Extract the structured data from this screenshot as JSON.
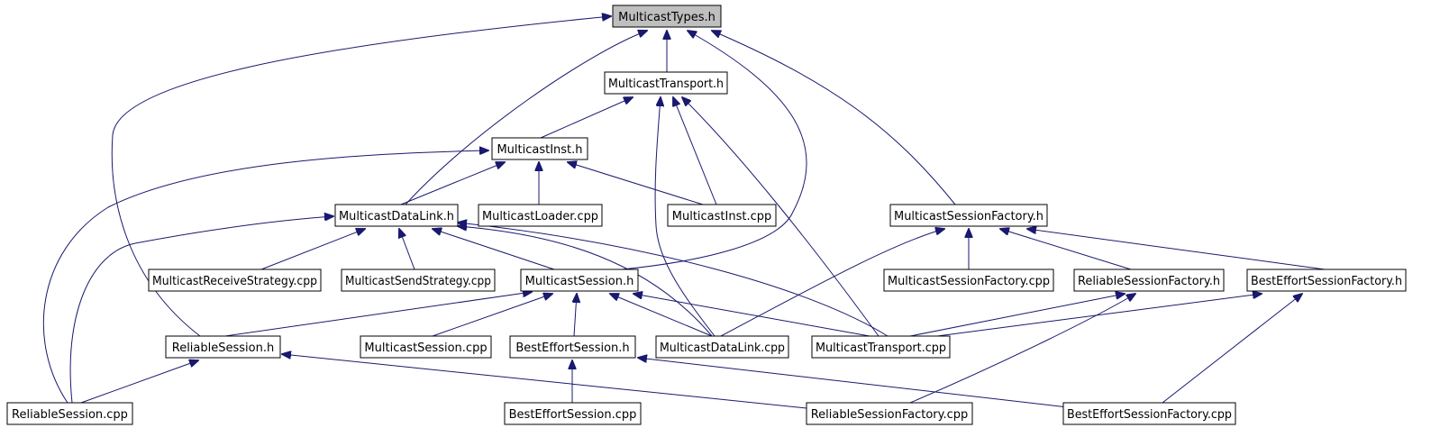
{
  "diagram": {
    "title": "",
    "colors": {
      "edge": "#191970",
      "root_fill": "#bfbfbf",
      "node_fill": "#ffffff",
      "node_border": "#000000"
    },
    "nodes": [
      {
        "id": "mtypes",
        "label": "MulticastTypes.h",
        "root": true
      },
      {
        "id": "mtrans",
        "label": "MulticastTransport.h"
      },
      {
        "id": "minst",
        "label": "MulticastInst.h"
      },
      {
        "id": "mdlink",
        "label": "MulticastDataLink.h"
      },
      {
        "id": "mloader",
        "label": "MulticastLoader.cpp"
      },
      {
        "id": "minstc",
        "label": "MulticastInst.cpp"
      },
      {
        "id": "msf",
        "label": "MulticastSessionFactory.h"
      },
      {
        "id": "mrs",
        "label": "MulticastReceiveStrategy.cpp"
      },
      {
        "id": "mss",
        "label": "MulticastSendStrategy.cpp"
      },
      {
        "id": "msess",
        "label": "MulticastSession.h"
      },
      {
        "id": "msfc",
        "label": "MulticastSessionFactory.cpp"
      },
      {
        "id": "rsf",
        "label": "ReliableSessionFactory.h"
      },
      {
        "id": "besf",
        "label": "BestEffortSessionFactory.h"
      },
      {
        "id": "rs",
        "label": "ReliableSession.h"
      },
      {
        "id": "msessc",
        "label": "MulticastSession.cpp"
      },
      {
        "id": "bes",
        "label": "BestEffortSession.h"
      },
      {
        "id": "mdlinkc",
        "label": "MulticastDataLink.cpp"
      },
      {
        "id": "mtransc",
        "label": "MulticastTransport.cpp"
      },
      {
        "id": "rsc",
        "label": "ReliableSession.cpp"
      },
      {
        "id": "besc",
        "label": "BestEffortSession.cpp"
      },
      {
        "id": "rsfc",
        "label": "ReliableSessionFactory.cpp"
      },
      {
        "id": "besfc",
        "label": "BestEffortSessionFactory.cpp"
      }
    ],
    "edges": [
      [
        "mtrans",
        "mtypes"
      ],
      [
        "mdlink",
        "mtypes"
      ],
      [
        "msess",
        "mtypes"
      ],
      [
        "msf",
        "mtypes"
      ],
      [
        "rs",
        "mtypes"
      ],
      [
        "minst",
        "mtrans"
      ],
      [
        "minstc",
        "mtrans"
      ],
      [
        "mdlinkc",
        "mtrans"
      ],
      [
        "mtransc",
        "mtrans"
      ],
      [
        "mdlink",
        "minst"
      ],
      [
        "mloader",
        "minst"
      ],
      [
        "minstc",
        "minst"
      ],
      [
        "rsc",
        "minst"
      ],
      [
        "mrs",
        "mdlink"
      ],
      [
        "mss",
        "mdlink"
      ],
      [
        "msess",
        "mdlink"
      ],
      [
        "mdlinkc",
        "mdlink"
      ],
      [
        "mtransc",
        "mdlink"
      ],
      [
        "rsc",
        "mdlink"
      ],
      [
        "msfc",
        "msf"
      ],
      [
        "rsf",
        "msf"
      ],
      [
        "besf",
        "msf"
      ],
      [
        "mdlinkc",
        "msf"
      ],
      [
        "rs",
        "msess"
      ],
      [
        "msessc",
        "msess"
      ],
      [
        "bes",
        "msess"
      ],
      [
        "mdlinkc",
        "msess"
      ],
      [
        "mtransc",
        "msess"
      ],
      [
        "mtransc",
        "rsf"
      ],
      [
        "rsfc",
        "rsf"
      ],
      [
        "mtransc",
        "besf"
      ],
      [
        "besfc",
        "besf"
      ],
      [
        "rsc",
        "rs"
      ],
      [
        "rsfc",
        "rs"
      ],
      [
        "besc",
        "bes"
      ],
      [
        "besfc",
        "bes"
      ]
    ]
  }
}
